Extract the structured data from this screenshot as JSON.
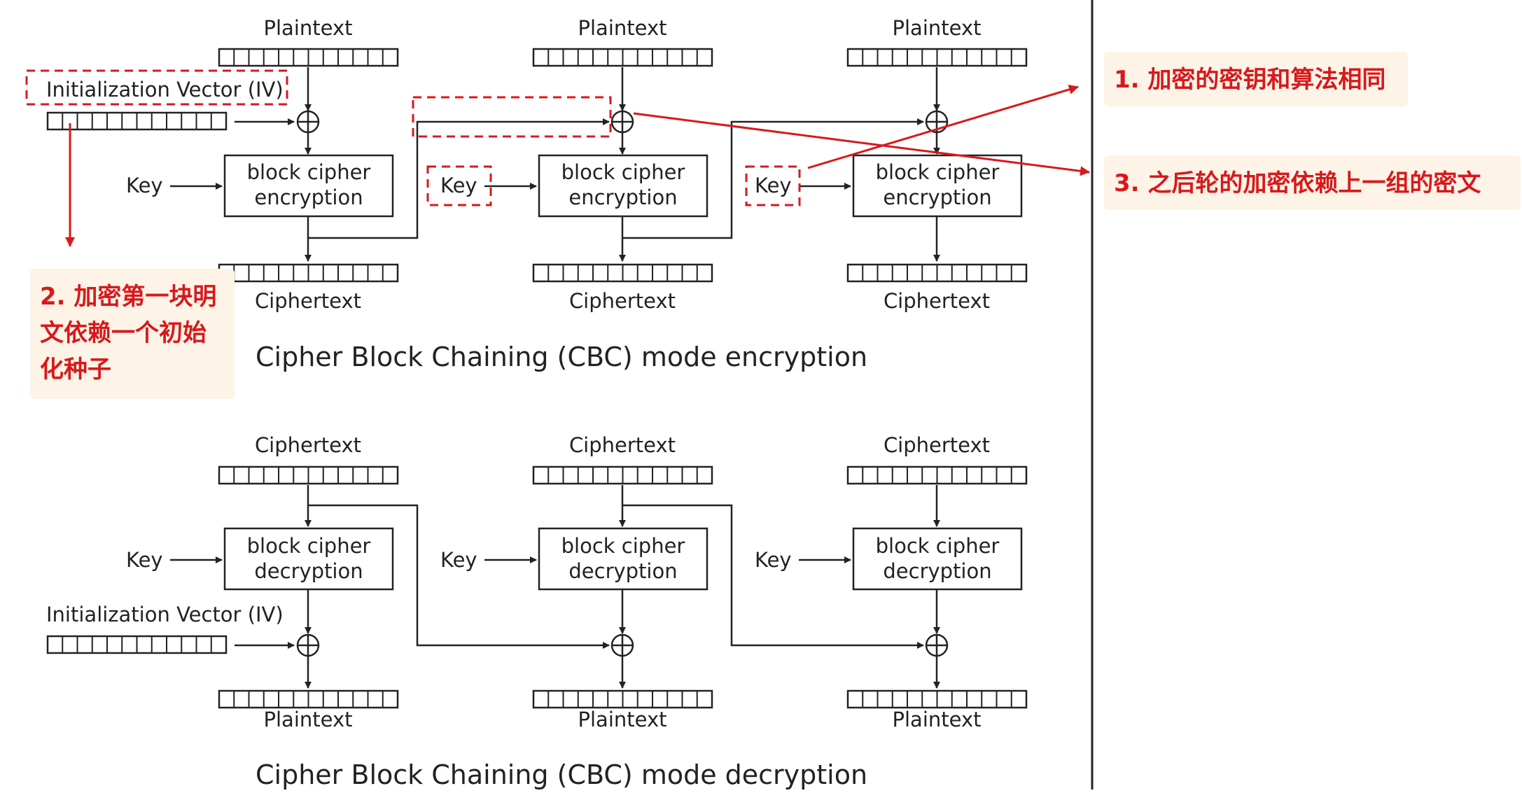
{
  "encryption": {
    "title": "Cipher Block Chaining (CBC) mode encryption",
    "plaintext_label": "Plaintext",
    "ciphertext_label": "Ciphertext",
    "iv_label": "Initialization Vector (IV)",
    "key_label": "Key",
    "block_line1": "block cipher",
    "block_line2": "encryption"
  },
  "decryption": {
    "title": "Cipher Block Chaining (CBC) mode decryption",
    "plaintext_label": "Plaintext",
    "ciphertext_label": "Ciphertext",
    "iv_label": "Initialization Vector (IV)",
    "key_label": "Key",
    "block_line1": "block cipher",
    "block_line2": "decryption"
  },
  "notes": {
    "note1": "1. 加密的密钥和算法相同",
    "note2_line1": "2. 加密第一块明",
    "note2_line2": "文依赖一个初始",
    "note2_line3": "化种子",
    "note3": "3. 之后轮的加密依赖上一组的密文"
  },
  "colors": {
    "annotation_red": "#d7191c",
    "note_background": "#fdf3e6",
    "diagram_stroke": "#333333"
  }
}
